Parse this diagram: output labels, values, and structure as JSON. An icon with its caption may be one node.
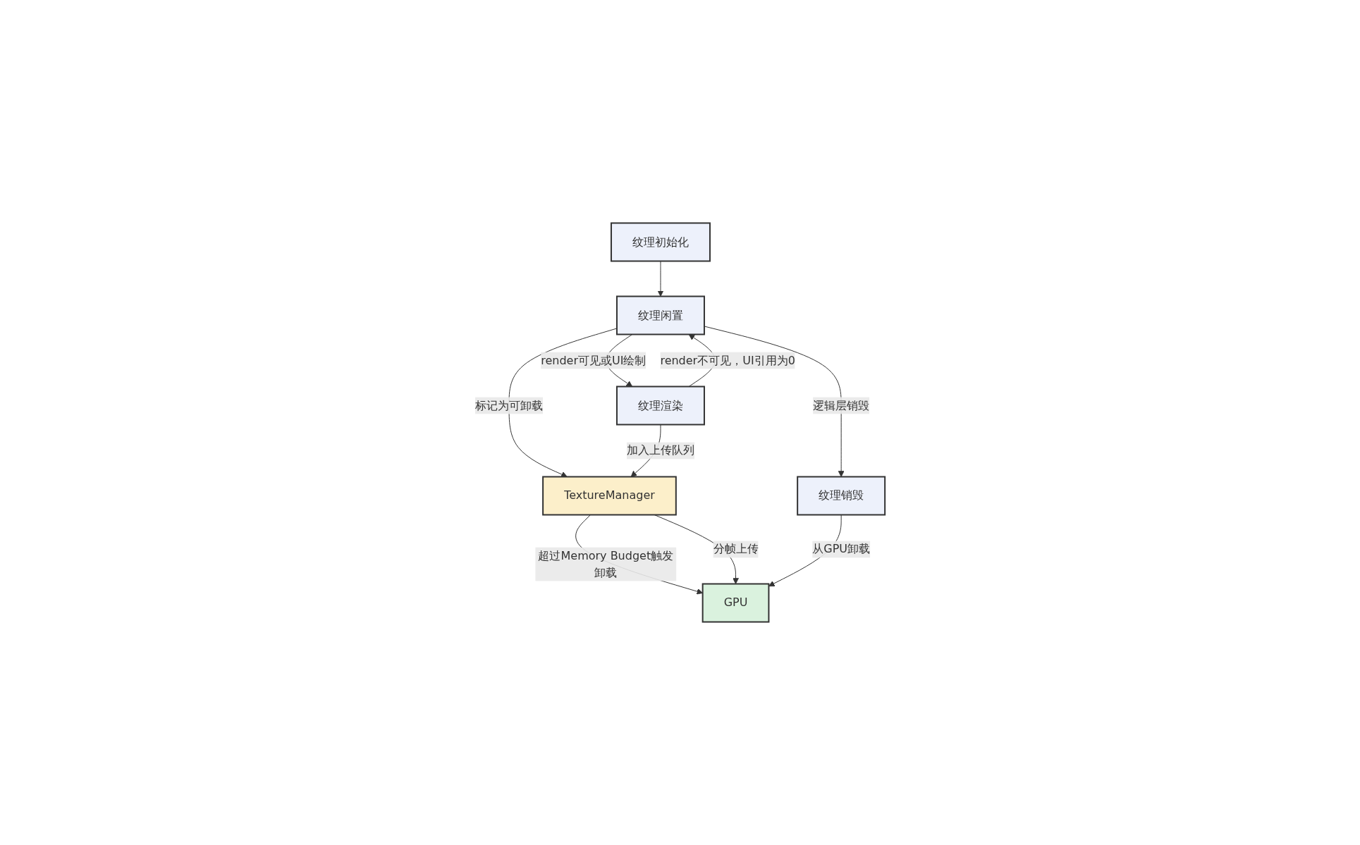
{
  "diagram": {
    "nodes": [
      {
        "text": [
          "纹理初始化"
        ]
      },
      {
        "text": [
          "纹理闲置"
        ]
      },
      {
        "text": [
          "纹理销毁"
        ]
      },
      {
        "text": [
          "纹理渲染"
        ]
      },
      {
        "text": [
          "TextureManager"
        ]
      },
      {
        "text": [
          "GPU"
        ]
      }
    ],
    "edges": [
      {
        "from": 0,
        "to": 1,
        "arrow": "to"
      },
      {
        "from": 3,
        "to": 1,
        "arrow": "to",
        "label": "render不可见，UI引用为0"
      },
      {
        "from": 1,
        "to": 2,
        "arrow": "to",
        "label": "逻辑层销毁"
      },
      {
        "from": 1,
        "to": 3,
        "arrow": "to",
        "label": "render可见或UI绘制"
      },
      {
        "from": 1,
        "to": 4,
        "arrow": "to",
        "label": "标记为可卸载"
      },
      {
        "from": 3,
        "to": 4,
        "arrow": "to",
        "label": "加入上传队列"
      },
      {
        "from": 4,
        "to": 5,
        "arrow": "to",
        "label": "超过Memory Budget触发卸载"
      },
      {
        "from": 4,
        "to": 5,
        "arrow": "to",
        "label": "分帧上传"
      },
      {
        "from": 2,
        "to": 5,
        "arrow": "to",
        "label": "从GPU卸载"
      }
    ]
  }
}
